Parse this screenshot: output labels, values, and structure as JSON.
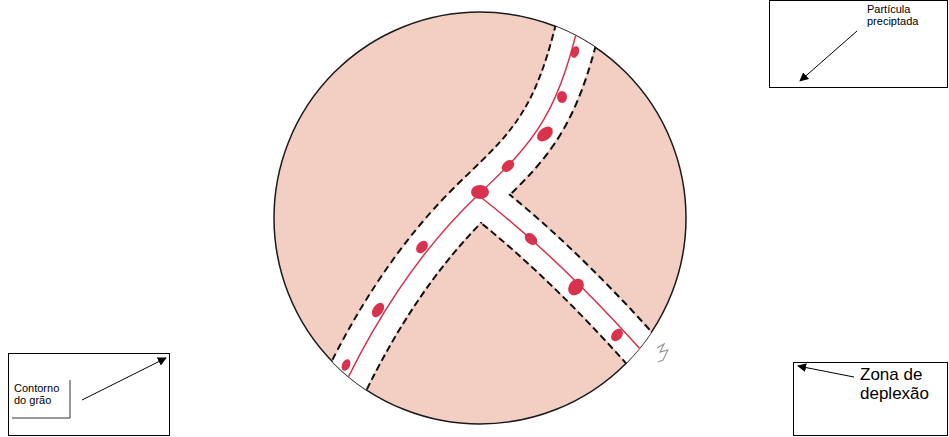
{
  "diagram": {
    "nodes": [
      {
        "text": [
          "Partícula preciptada"
        ]
      },
      {
        "text": [
          "Contorno do grão"
        ]
      },
      {
        "text": [
          "Zona de deplexão"
        ]
      }
    ]
  }
}
